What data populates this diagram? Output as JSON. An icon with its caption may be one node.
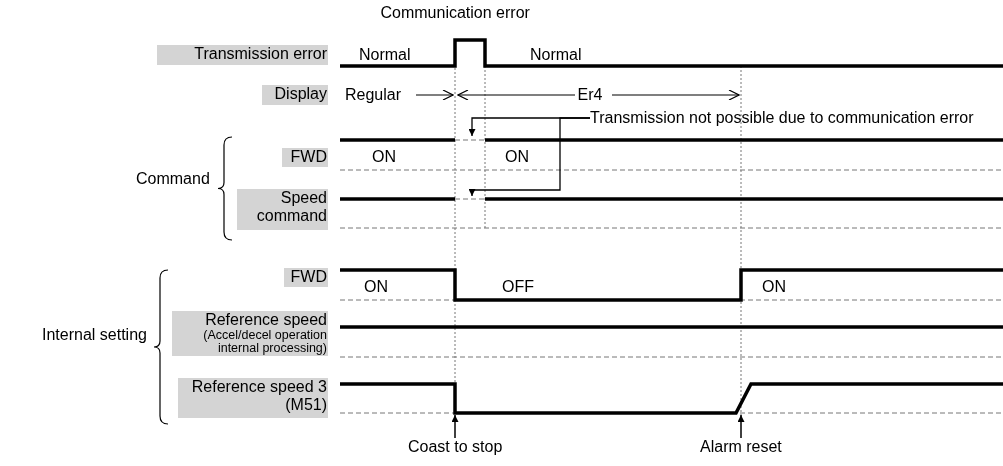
{
  "diagram": {
    "nodes": [
      {
        "text": [
          "Transmission error"
        ]
      },
      {
        "text": [
          "Display"
        ]
      },
      {
        "text": [
          "FWD"
        ]
      },
      {
        "text": [
          "Speed command"
        ]
      },
      {
        "text": [
          "FWD"
        ]
      },
      {
        "text": [
          "Reference speed",
          "(Accel/decel operation internal processing)"
        ]
      },
      {
        "text": [
          "Reference speed 3 (M51)"
        ]
      },
      {
        "text": [
          "Transmission not possible due to communication error"
        ]
      },
      {
        "text": [
          "Coast to stop"
        ]
      },
      {
        "text": [
          "Alarm reset"
        ]
      }
    ],
    "edges": [
      {
        "from": 7,
        "to": null,
        "arrow": "to"
      },
      {
        "from": 7,
        "to": null,
        "arrow": "to"
      },
      {
        "from": 8,
        "to": null,
        "arrow": "to"
      },
      {
        "from": 9,
        "to": null,
        "arrow": "to"
      }
    ],
    "labels": [
      "Communication error",
      "Normal",
      "Normal",
      "Regular",
      "Er4",
      "Command",
      "ON",
      "ON",
      "ON",
      "OFF",
      "ON",
      "Internal setting"
    ]
  }
}
